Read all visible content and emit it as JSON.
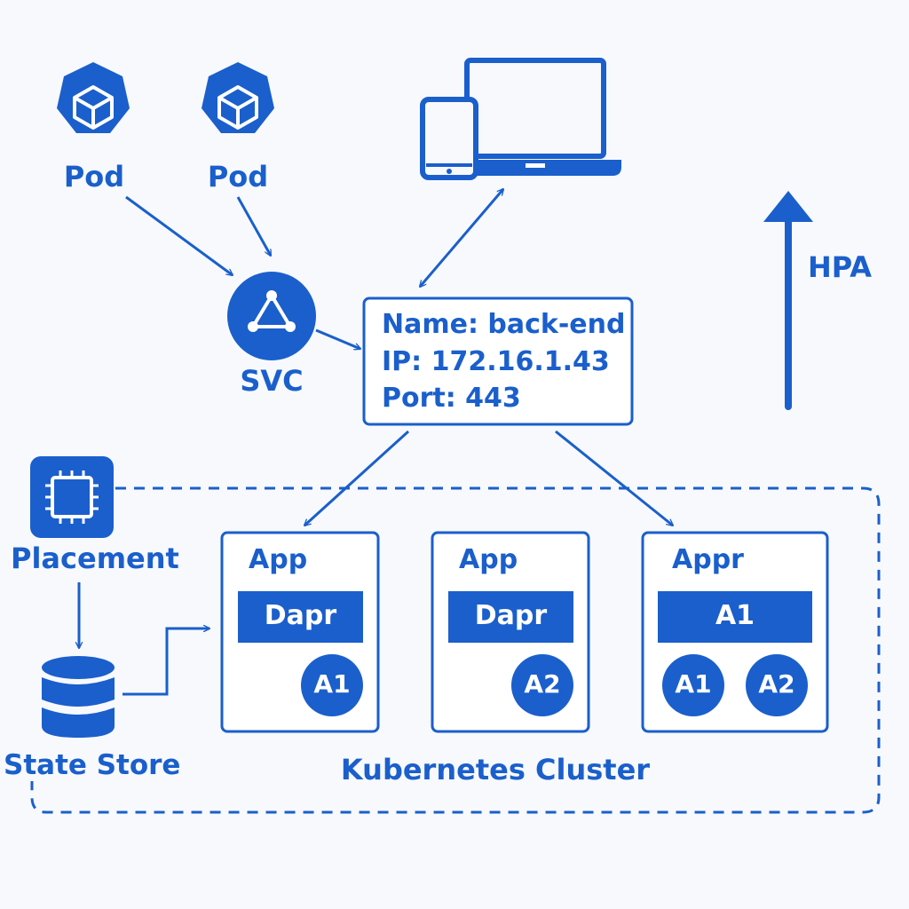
{
  "colors": {
    "primary": "#1a5fcc",
    "background": "#f7f9fc",
    "on_primary": "#ffffff"
  },
  "icons": {
    "pod": "kubernetes-cube-icon",
    "svc": "kubernetes-service-icon",
    "devices": "laptop-tablet-icon",
    "placement": "cpu-chip-icon",
    "state_store": "database-icon",
    "hpa": "up-arrow-icon"
  },
  "pods": [
    {
      "label": "Pod"
    },
    {
      "label": "Pod"
    }
  ],
  "svc": {
    "label": "SVC"
  },
  "info_box": {
    "name_line": "Name: back-end",
    "ip_line": "IP: 172.16.1.43",
    "port_line": "Port: 443"
  },
  "hpa": {
    "label": "HPA"
  },
  "placement": {
    "label": "Placement"
  },
  "state_store": {
    "label": "State Store"
  },
  "cluster": {
    "label": "Kubernetes Cluster"
  },
  "apps": [
    {
      "title": "App",
      "sidecar": "Dapr",
      "actors": [
        "A1"
      ]
    },
    {
      "title": "App",
      "sidecar": "Dapr",
      "actors": [
        "A2"
      ]
    },
    {
      "title": "Appr",
      "sidecar": "A1",
      "actors": [
        "A1",
        "A2"
      ]
    }
  ]
}
